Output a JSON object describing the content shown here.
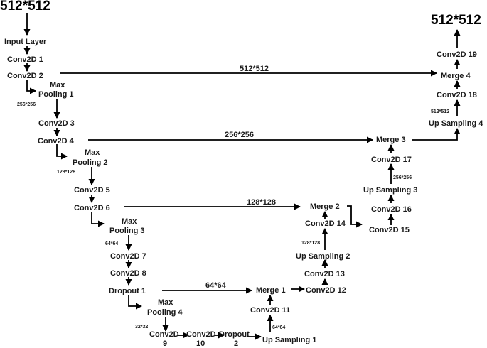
{
  "diagram": {
    "input_size": "512*512",
    "output_size": "512*512",
    "encoder": {
      "input_layer": "Input Layer",
      "conv1": "Conv2D 1",
      "conv2": "Conv2D 2",
      "pool1": [
        "Max",
        "Pooling 1"
      ],
      "pool1_size": "256*256",
      "conv3": "Conv2D 3",
      "conv4": "Conv2D 4",
      "pool2": [
        "Max",
        "Pooling 2"
      ],
      "pool2_size": "128*128",
      "conv5": "Conv2D 5",
      "conv6": "Conv2D 6",
      "pool3": [
        "Max",
        "Pooling 3"
      ],
      "pool3_size": "64*64",
      "conv7": "Conv2D 7",
      "conv8": "Conv2D 8",
      "dropout1": "Dropout 1",
      "pool4": [
        "Max",
        "Pooling 4"
      ],
      "pool4_size": "32*32",
      "conv9": [
        "Conv2D",
        "9"
      ],
      "conv10": [
        "Conv2D",
        "10"
      ],
      "dropout2": [
        "Dropout",
        "2"
      ]
    },
    "decoder": {
      "upsample1": "Up Sampling 1",
      "upsample1_size": "64*64",
      "conv11": "Conv2D 11",
      "merge1": "Merge 1",
      "conv12": "Conv2D 12",
      "conv13": "Conv2D 13",
      "upsample2": "Up Sampling 2",
      "upsample2_size": "128*128",
      "conv14": "Conv2D 14",
      "merge2": "Merge 2",
      "conv15": "Conv2D 15",
      "conv16": "Conv2D 16",
      "upsample3": "Up Sampling 3",
      "upsample3_size": "256*256",
      "conv17": "Conv2D 17",
      "merge3": "Merge 3",
      "upsample4": "Up Sampling 4",
      "upsample4_size": "512*512",
      "conv18": "Conv2D 18",
      "merge4": "Merge 4",
      "conv19": "Conv2D 19"
    },
    "skip_connections": {
      "skip1": "512*512",
      "skip2": "256*256",
      "skip3": "128*128",
      "skip4": "64*64"
    }
  }
}
